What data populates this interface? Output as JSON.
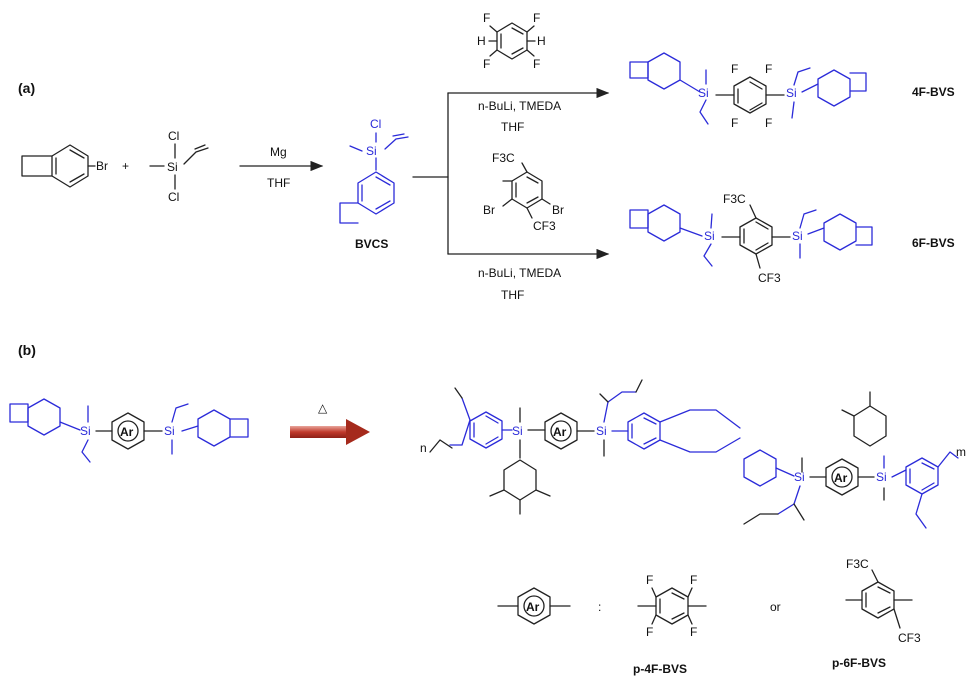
{
  "panel_labels": [
    "(a)",
    "(b)"
  ],
  "atoms": {
    "br": "Br",
    "cl": "Cl",
    "si": "Si",
    "f": "F",
    "h": "H",
    "f3c": "F3C",
    "cf3": "CF3",
    "ar": "Ar"
  },
  "reactions": {
    "step1_top": "Mg",
    "step1_bottom": "THF",
    "plus": "+",
    "step2_conditions": "n-BuLi, TMEDA",
    "step2_solvent": "THF",
    "heat_symbol": "△"
  },
  "compounds": {
    "intermediate": "BVCS",
    "product_4f": "4F-BVS",
    "product_6f": "6F-BVS",
    "legend_4f": "p-4F-BVS",
    "legend_6f": "p-6F-BVS"
  },
  "legend": {
    "colon": ":",
    "or": "or"
  },
  "polymer": {
    "n": "n",
    "m": "m"
  },
  "colors": {
    "blue": "#2b2bd9",
    "black": "#222222",
    "arrow_red": "#c0392b"
  }
}
